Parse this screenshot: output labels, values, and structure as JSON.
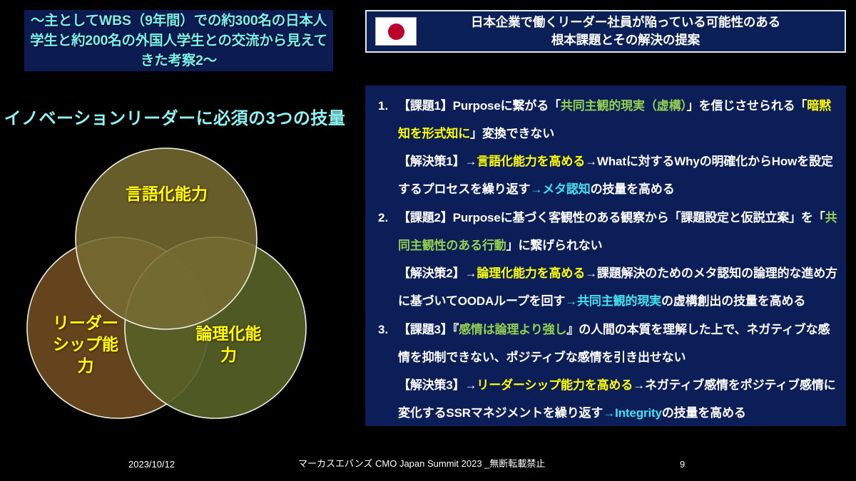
{
  "slide": {
    "background_color": "#000000",
    "left_title": "〜主としてWBS（9年間）での約300名の日本人学生と約200名の外国人学生との交流から見えてきた考察2〜",
    "venn_heading": "イノベーションリーダーに必須の3つの技量"
  },
  "venn": {
    "circles": [
      {
        "label": "言語化能力",
        "color": "#776c32",
        "position": "top"
      },
      {
        "label": "リーダー\nシップ能\n力",
        "color": "#6d4a20",
        "position": "bottom-left"
      },
      {
        "label": "論理化能\n力",
        "color": "#556127",
        "position": "bottom-right"
      }
    ],
    "label_color": "#ffff00",
    "outline_color": "#f0f0e0",
    "labels": {
      "top": "言語化能力",
      "left_line1": "リーダー",
      "left_line2": "シップ能",
      "left_line3": "力",
      "right_line1": "論理化能",
      "right_line2": "力"
    }
  },
  "right_header": {
    "flag_icon": "japan-flag-icon",
    "title_line1": "日本企業で働くリーダー社員が陥っている可能性のある",
    "title_line2": "根本課題とその解決の提案",
    "background_color": "#0b2057",
    "border_color": "#e8e8e8"
  },
  "right_panel": {
    "background_color": "#0c1e57",
    "accent_colors": {
      "white": "#ffffff",
      "yellow": "#ffff00",
      "green": "#92d050",
      "cyan": "#42e3f0"
    },
    "items": [
      {
        "number": "1.",
        "segments": [
          {
            "text": "【課題1】Purposeに繋がる「",
            "color": "white"
          },
          {
            "text": "共同主観的現実（虚構）",
            "color": "green"
          },
          {
            "text": "」を信じさせられる「",
            "color": "white"
          },
          {
            "text": "暗黙知を形式知に",
            "color": "yellow"
          },
          {
            "text": "」変換できない",
            "color": "white"
          },
          {
            "text": "【解決策1】→",
            "color": "white",
            "break_before": true
          },
          {
            "text": "言語化能力を高める",
            "color": "yellow"
          },
          {
            "text": "→Whatに対するWhyの明確化からHowを設定するプロセスを繰り返す",
            "color": "white"
          },
          {
            "text": "→メタ認知",
            "color": "cyan"
          },
          {
            "text": "の技量を高める",
            "color": "white"
          }
        ]
      },
      {
        "number": "2.",
        "segments": [
          {
            "text": "【課題2】Purposeに基づく客観性のある観察から「課題設定と仮説立案」を「",
            "color": "white"
          },
          {
            "text": "共同主観性のある行動",
            "color": "green"
          },
          {
            "text": "」に繋げられない",
            "color": "white"
          },
          {
            "text": "【解決策2】→",
            "color": "white",
            "break_before": true
          },
          {
            "text": "論理化能力を高める",
            "color": "yellow"
          },
          {
            "text": "→課題解決のためのメタ認知の論理的な進め方に基づいてOODAループを回す",
            "color": "white"
          },
          {
            "text": "→共同主観的現実",
            "color": "cyan"
          },
          {
            "text": "の虚構創出の技量を高める",
            "color": "white"
          }
        ]
      },
      {
        "number": "3.",
        "segments": [
          {
            "text": "【課題3】『",
            "color": "white"
          },
          {
            "text": "感情は論理より強し",
            "color": "green"
          },
          {
            "text": "』の人間の本質を理解した上で、ネガティブな感情を抑制できない、ポジティブな感情を引き出せない",
            "color": "white"
          },
          {
            "text": "【解決策3】→",
            "color": "white",
            "break_before": true
          },
          {
            "text": "リーダーシップ能力を高める",
            "color": "yellow"
          },
          {
            "text": "→ネガティブ感情をポジティブ感情に変化するSSRマネジメントを繰り返す",
            "color": "white"
          },
          {
            "text": "→Integrity",
            "color": "cyan"
          },
          {
            "text": "の技量を高める",
            "color": "white"
          }
        ]
      }
    ]
  },
  "footer": {
    "date": "2023/10/12",
    "center": "マーカスエバンズ  CMO Japan Summit 2023 _無断転載禁止",
    "page_number": "9"
  }
}
